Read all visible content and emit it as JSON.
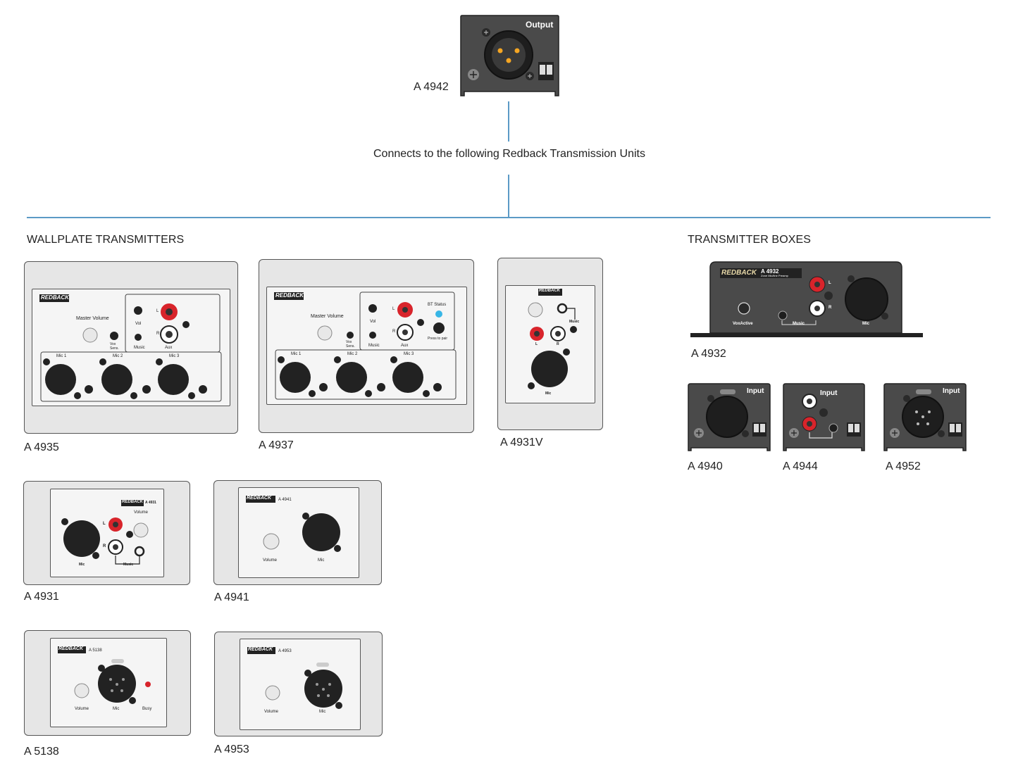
{
  "header": {
    "output_model": "A 4942",
    "output_label": "Output",
    "connects_text": "Connects to the following Redback Transmission Units"
  },
  "sections": {
    "wallplate": "WALLPLATE TRANSMITTERS",
    "boxes": "TRANSMITTER BOXES"
  },
  "brand": "REDBACK",
  "devices": {
    "a4935": {
      "model": "A 4935",
      "master_volume": "Master Volume",
      "vox_sens": "Vox Sens.",
      "vol": "Vol",
      "music": "Music",
      "aux": "Aux",
      "mic1": "Mic 1",
      "mic2": "Mic 2",
      "mic3": "Mic 3",
      "l": "L",
      "r": "R"
    },
    "a4937": {
      "model": "A 4937",
      "master_volume": "Master Volume",
      "vox_sens": "Vox Sens.",
      "vol": "Vol",
      "music": "Music",
      "aux": "Aux",
      "bt_status": "BT Status",
      "press_to_pair": "Press to pair",
      "mic1": "Mic 1",
      "mic2": "Mic 2",
      "mic3": "Mic 3",
      "l": "L",
      "r": "R"
    },
    "a4931v": {
      "model": "A 4931V",
      "music": "Music",
      "mic": "Mic",
      "l": "L",
      "r": "R"
    },
    "a4931": {
      "model": "A 4931",
      "model_tag": "A 4931",
      "volume": "Volume",
      "music": "Music",
      "mic": "Mic",
      "l": "L",
      "r": "R"
    },
    "a4941": {
      "model": "A 4941",
      "model_tag": "A 4941",
      "volume": "Volume",
      "mic": "Mic"
    },
    "a5138": {
      "model": "A 5138",
      "model_tag": "A 5138",
      "volume": "Volume",
      "mic": "Mic",
      "busy": "Busy"
    },
    "a4953": {
      "model": "A 4953",
      "model_tag": "A 4953",
      "volume": "Volume",
      "mic": "Mic"
    },
    "a4932": {
      "model": "A 4932",
      "model_tag": "A 4932",
      "subtitle": "Zone Mic/line Preamp",
      "voxactive": "VoxActive",
      "music": "Music",
      "mic": "Mic",
      "l": "L",
      "r": "R"
    },
    "a4940": {
      "model": "A 4940",
      "input": "Input"
    },
    "a4944": {
      "model": "A 4944",
      "input": "Input"
    },
    "a4952": {
      "model": "A 4952",
      "input": "Input"
    }
  },
  "colors": {
    "connector_line": "#5b9ac6",
    "plate_bg": "#e6e6e6",
    "box_bg": "#4a4a4a",
    "rca_red": "#d8242b",
    "led_blue": "#38b6e6",
    "led_red": "#d8242b",
    "pin_orange": "#f5a623"
  }
}
